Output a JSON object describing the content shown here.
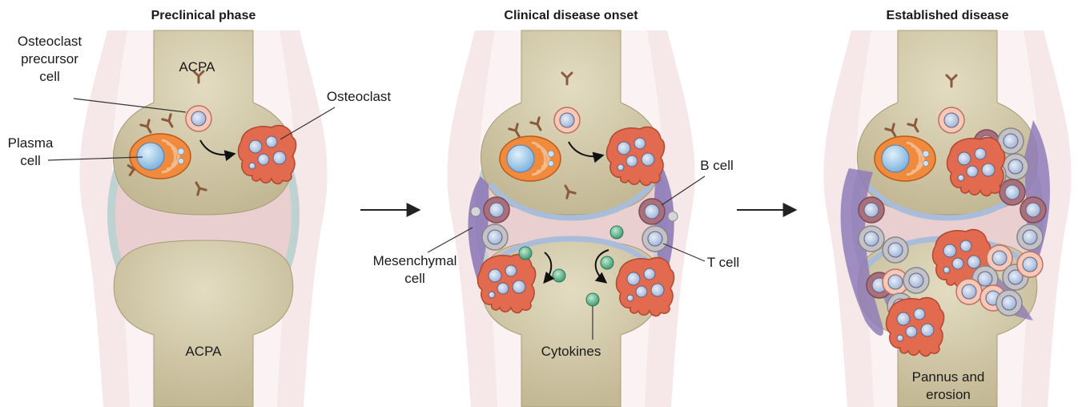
{
  "panels": [
    {
      "title": "Preclinical phase"
    },
    {
      "title": "Clinical disease onset"
    },
    {
      "title": "Established disease"
    }
  ],
  "labels": {
    "acpa_top": "ACPA",
    "acpa_bottom": "ACPA",
    "osteoclast_precursor_line1": "Osteoclast",
    "osteoclast_precursor_line2": "precursor",
    "osteoclast_precursor_line3": "cell",
    "osteoclast": "Osteoclast",
    "plasma_line1": "Plasma",
    "plasma_line2": "cell",
    "b_cell": "B cell",
    "t_cell": "T cell",
    "mesenchymal_line1": "Mesenchymal",
    "mesenchymal_line2": "cell",
    "cytokines": "Cytokines",
    "pannus_line1": "Pannus and",
    "pannus_line2": "erosion"
  },
  "colors": {
    "bone": "#c9bf9c",
    "synovium": "#e9cfcf",
    "capsule": "#f6e8e8",
    "fluid_halo": "#bfd2d2",
    "cartilage": "#a9bcd9",
    "osteoclast": "#e26a4f",
    "plasma_cell": "#f08a3c",
    "b_cell": "#a9707c",
    "t_cell": "#b9b9bd",
    "mesenchymal": "#8f7bb8",
    "cytokine": "#3f9c72",
    "antibody": "#8a5a3c"
  }
}
